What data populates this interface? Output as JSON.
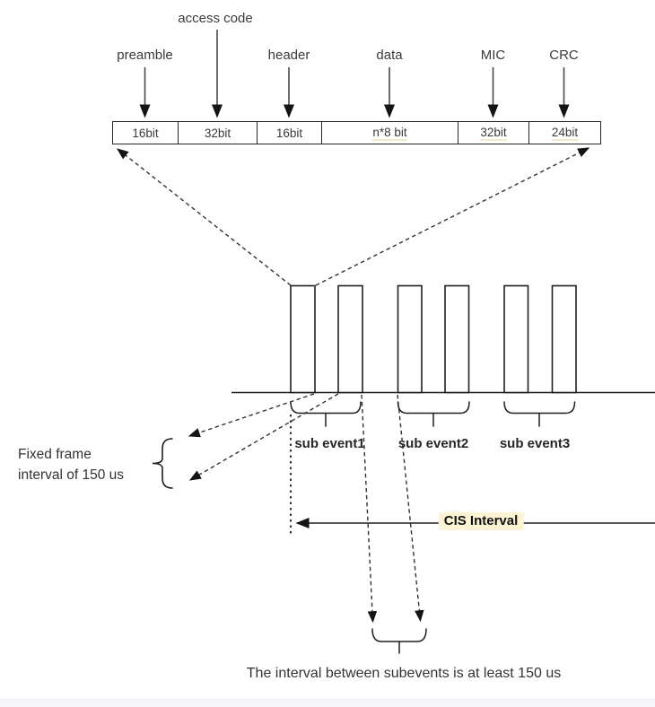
{
  "packet": {
    "field_labels": [
      "preamble",
      "access code",
      "header",
      "data",
      "MIC",
      "CRC"
    ],
    "field_sizes": [
      "16bit",
      "32bit",
      "16bit",
      "n*8 bit",
      "32bit",
      "24bit"
    ]
  },
  "timing": {
    "subevent_labels": [
      "sub event1",
      "sub event2",
      "sub event3"
    ],
    "fixed_frame_note_line1": "Fixed frame",
    "fixed_frame_note_line2": "interval of 150 us",
    "cis_interval_label": "CIS Interval",
    "subevent_interval_note": "The interval between subevents is at least 150 us"
  },
  "colors": {
    "highlight": "#fcf3d4",
    "cell_underline": "#f3e9c8",
    "line": "#1f1f1f"
  }
}
